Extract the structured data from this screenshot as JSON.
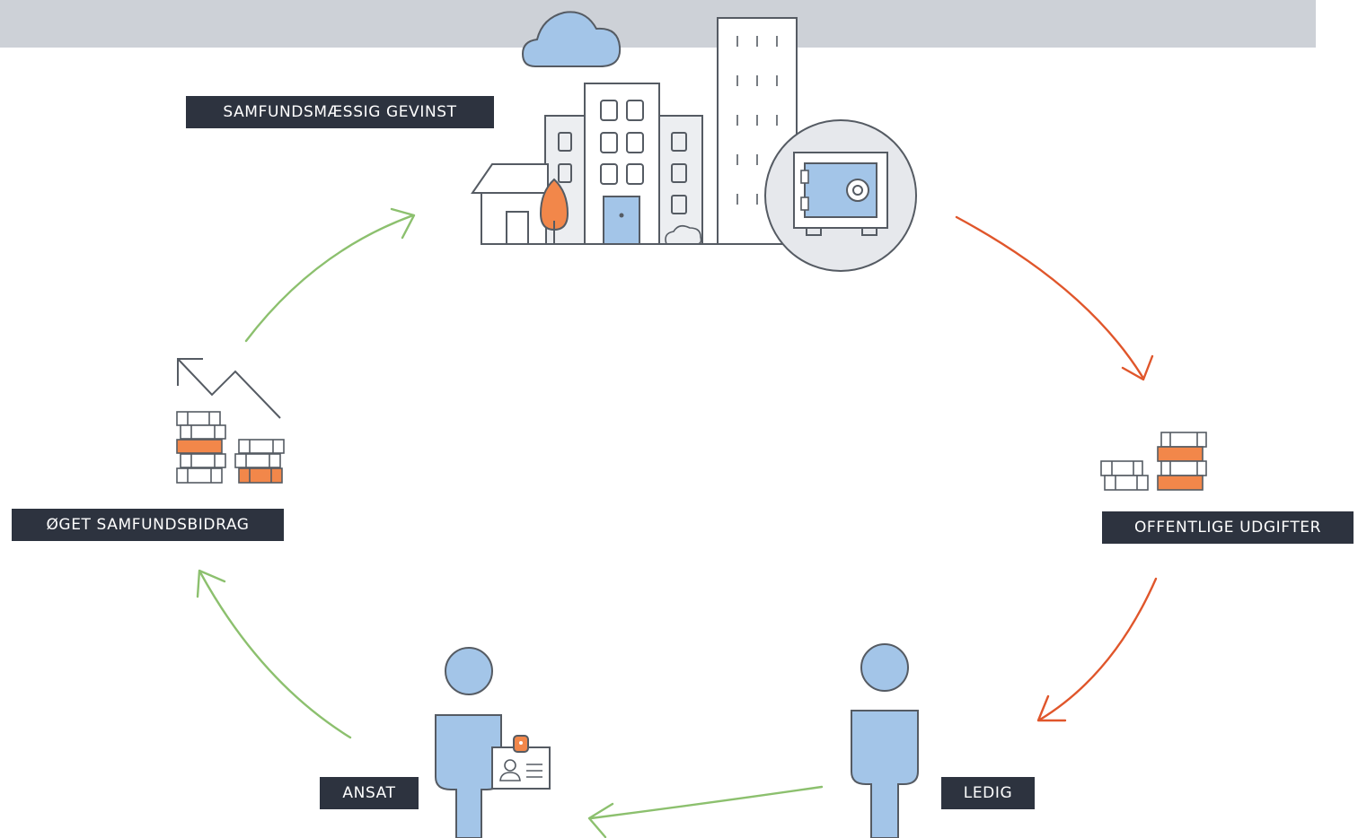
{
  "labels": {
    "societal_gain": "SAMFUNDSMÆSSIG GEVINST",
    "public_expenses": "OFFENTLIGE UDGIFTER",
    "unemployed": "LEDIG",
    "employed": "ANSAT",
    "increased_contribution": "ØGET SAMFUNDSBIDRAG"
  },
  "colors": {
    "band": "#cdd1d7",
    "label_bg": "#2d333f",
    "label_text": "#ffffff",
    "accent_blue": "#a3c5e8",
    "accent_orange": "#f2874a",
    "arrow_green": "#8cc06e",
    "arrow_red": "#e0562b",
    "outline": "#555b63"
  },
  "icons": [
    "cloud-icon",
    "city-icon",
    "safe-icon",
    "coin-stacks-icon",
    "person-icon",
    "id-badge-icon",
    "trend-arrow-icon"
  ]
}
